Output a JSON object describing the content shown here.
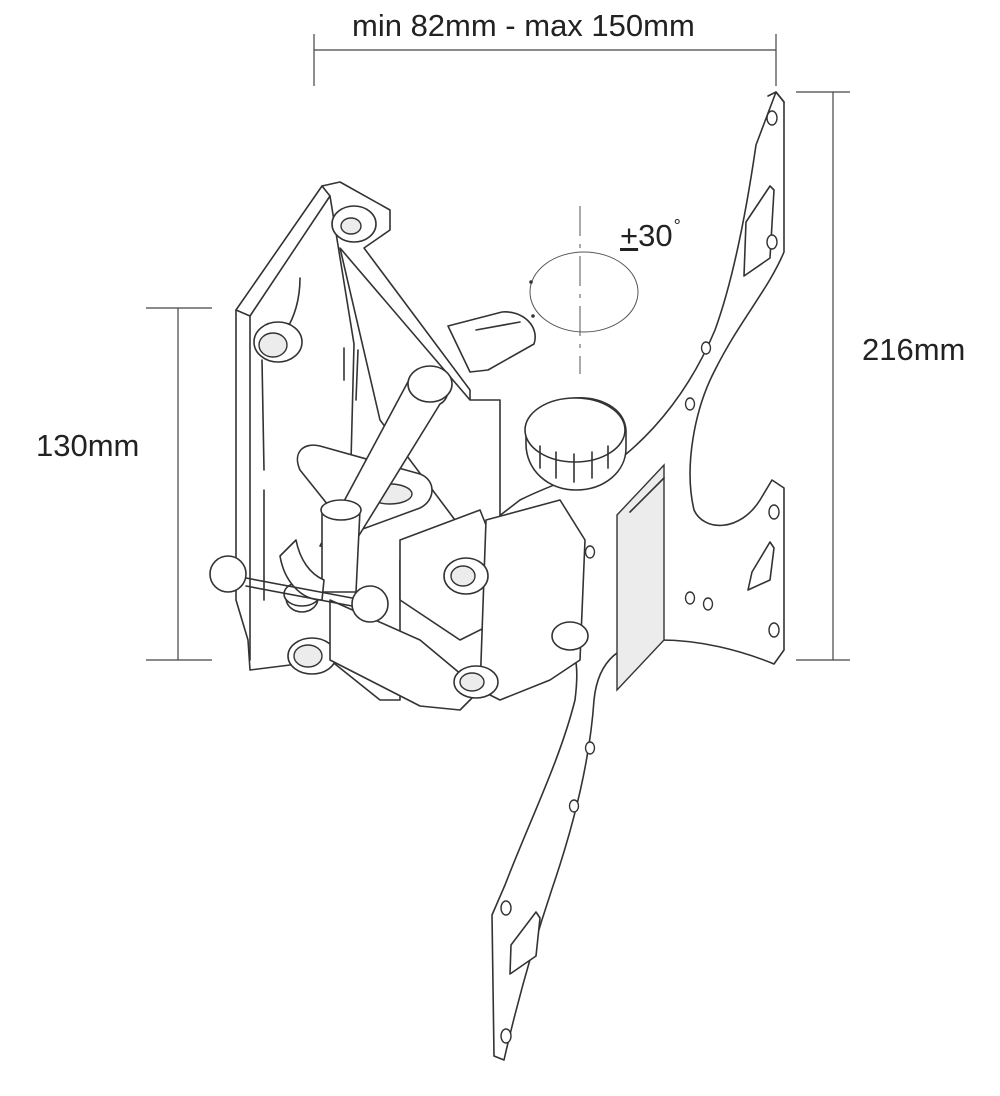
{
  "diagram": {
    "dimension_width": "min 82mm - max 150mm",
    "dimension_height_arm": "130mm",
    "dimension_height_plate": "216mm",
    "rotation_sign": "+",
    "rotation_value": "30",
    "rotation_unit": "°"
  },
  "colors": {
    "line": "#333333",
    "fill": "#ffffff",
    "shade": "#e8e8e8"
  }
}
